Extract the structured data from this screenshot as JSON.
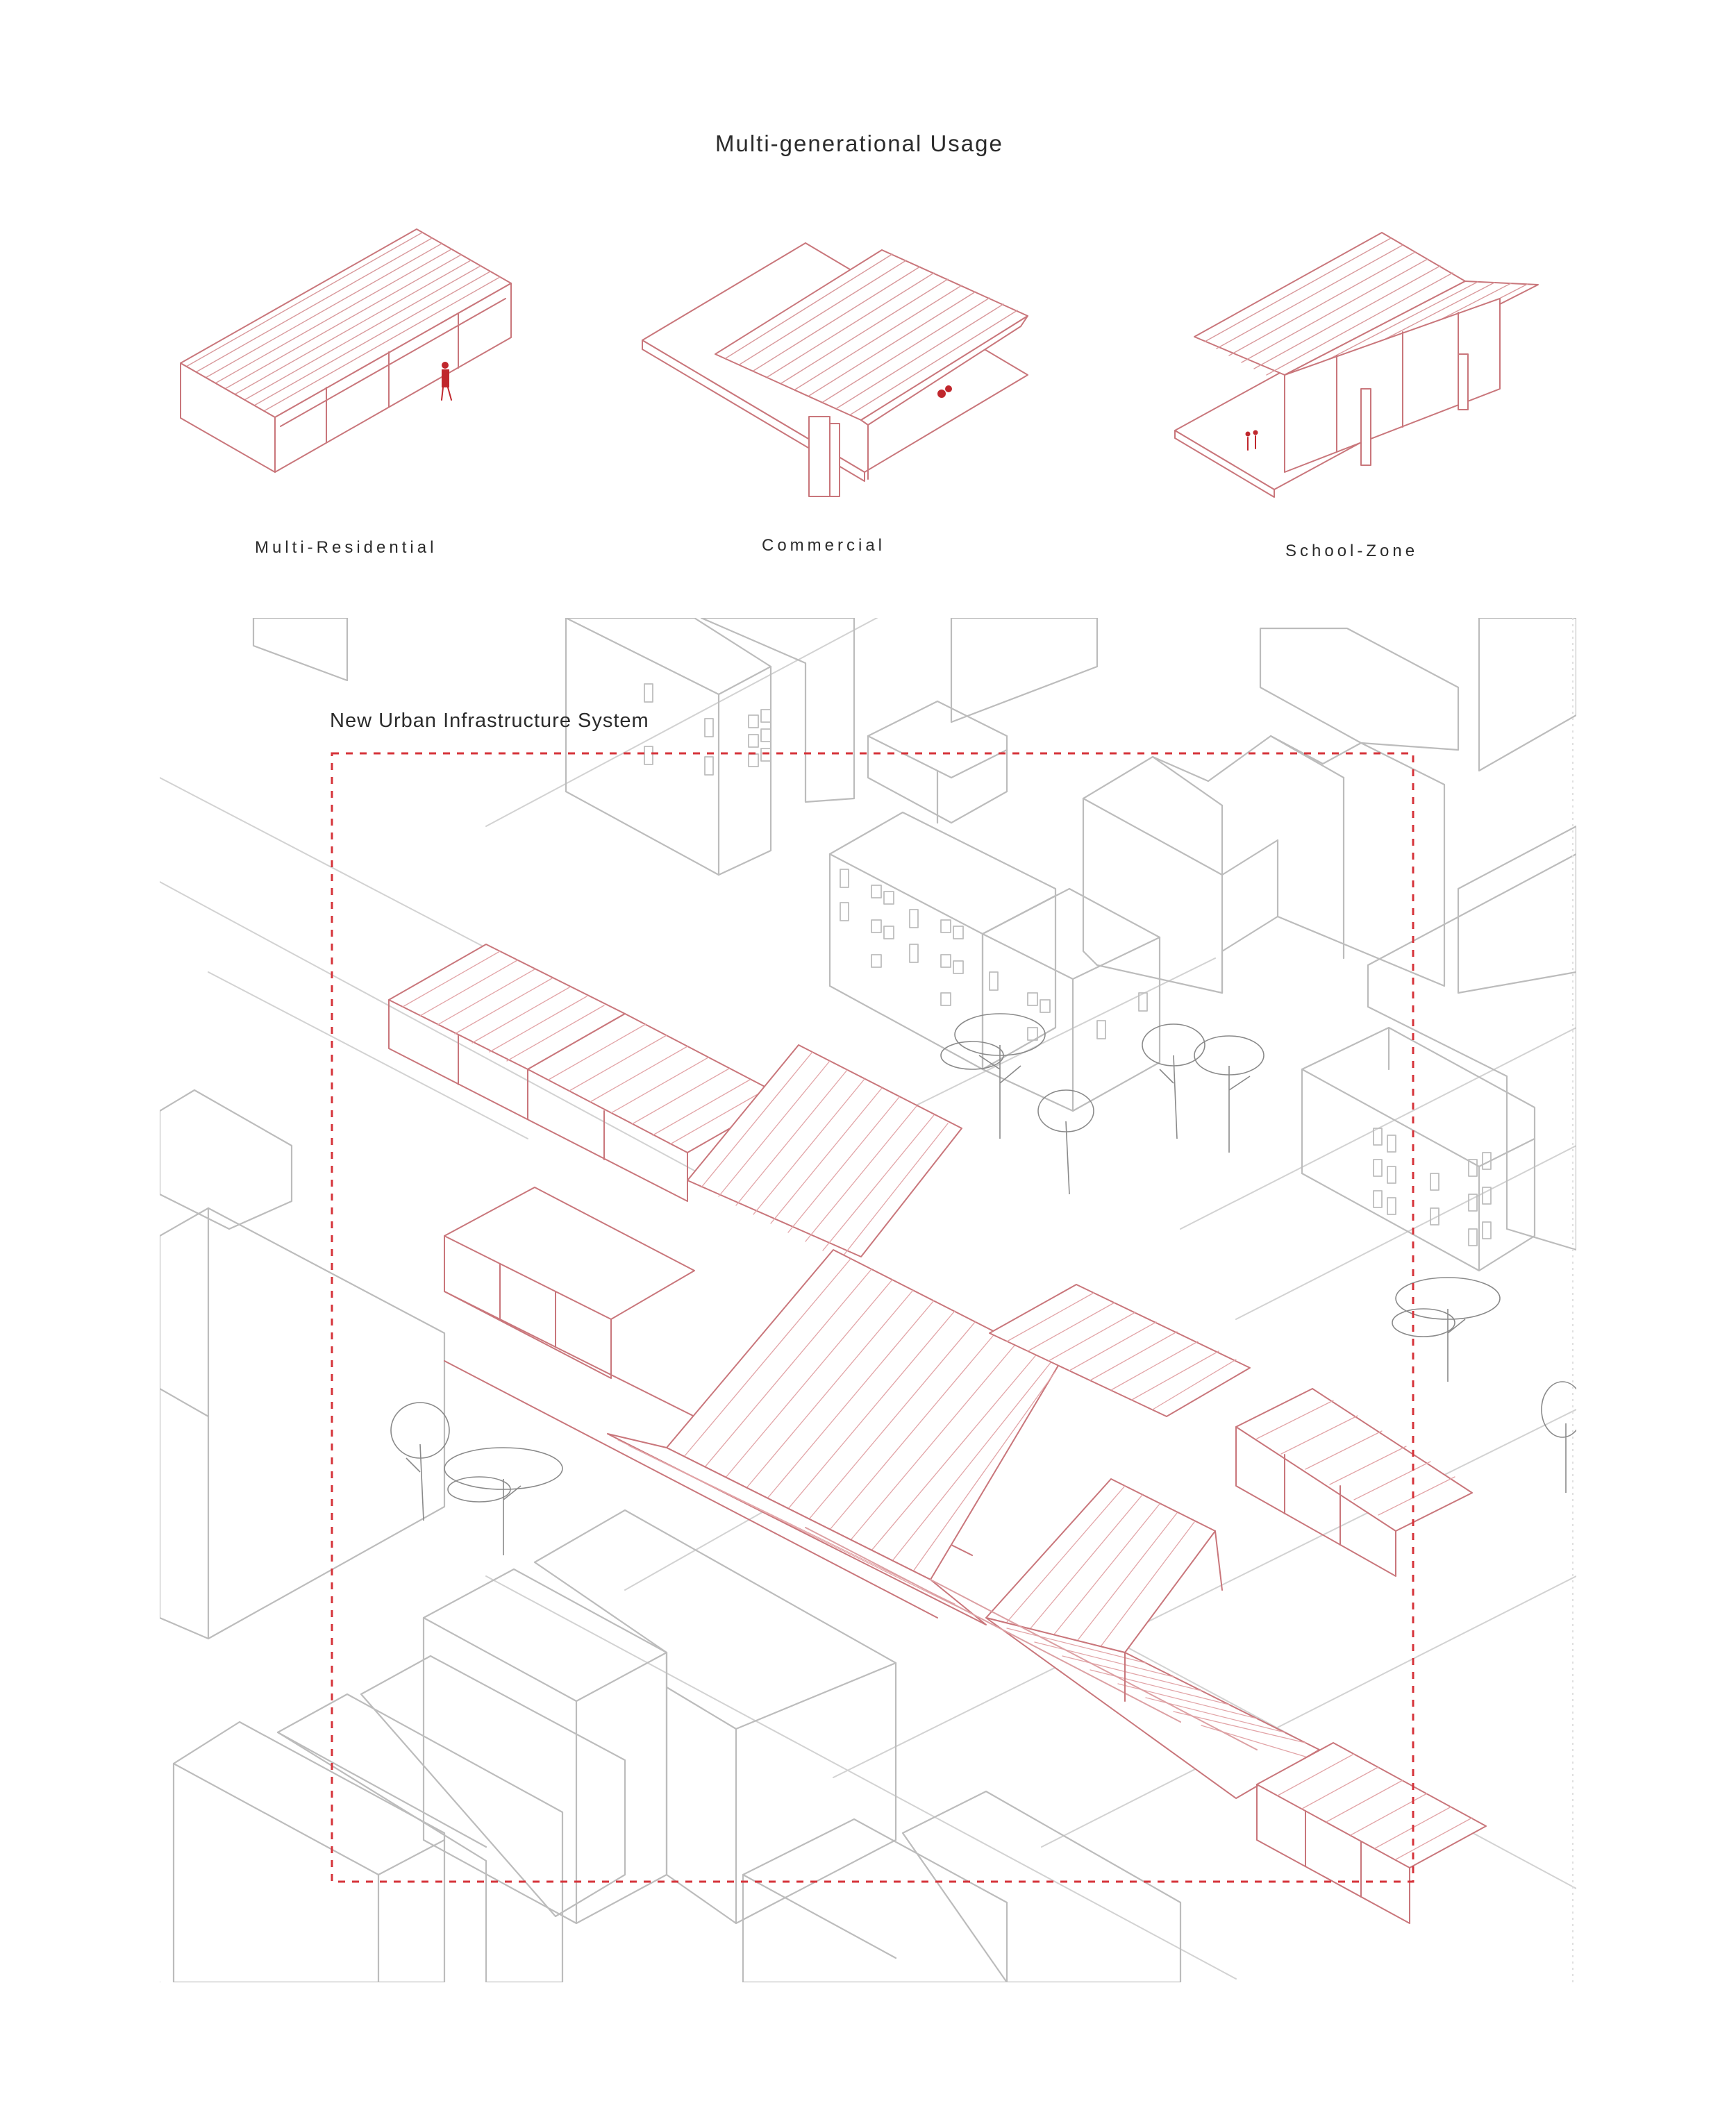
{
  "page": {
    "title": "Multi-generational Usage"
  },
  "modules": [
    {
      "label": "Multi-Residential",
      "icon": "multi-residential-pavilion-icon"
    },
    {
      "label": "Commercial",
      "icon": "commercial-pavilion-icon"
    },
    {
      "label": "School-Zone",
      "icon": "school-zone-pavilion-icon"
    }
  ],
  "site_plan": {
    "label": "New Urban Infrastructure System",
    "boundary_style": "dashed"
  },
  "colors": {
    "accent_red": "#c0272d",
    "linework_red": "#c9767b",
    "light_red": "#e4a9ac",
    "context_grey": "#bdbdbd",
    "dark_grey": "#8e8e8e"
  }
}
